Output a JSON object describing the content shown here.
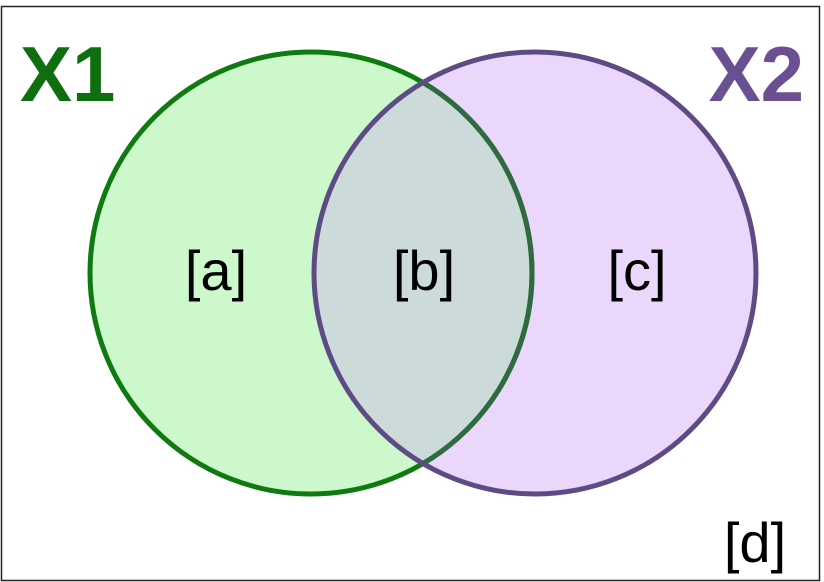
{
  "sets": [
    {
      "label": "X1",
      "stroke": "#0f7a0f",
      "fill": "#ccf8cc",
      "label_color": "#0f6e0f"
    },
    {
      "label": "X2",
      "stroke": "#5e4b85",
      "fill": "#ead7fb",
      "label_color": "#6a4f93"
    }
  ],
  "regions": {
    "a": "[a]",
    "b": "[b]",
    "c": "[c]",
    "d": "[d]"
  },
  "intersection_fill": "#ccdada",
  "intersection_stroke": "#2f6a40",
  "frame_color": "#222222"
}
